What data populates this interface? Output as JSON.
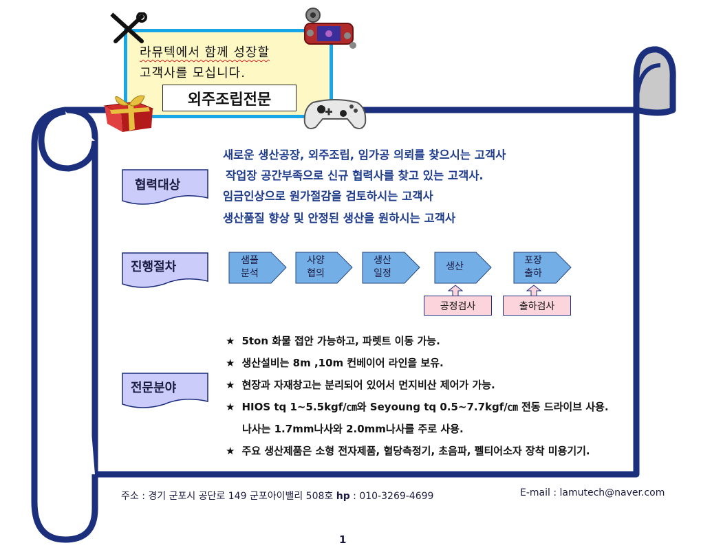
{
  "header": {
    "line1": "라뮤텍에서 함께 성장할",
    "line2": "고객사를 모십니다.",
    "title": "외주조립전문"
  },
  "sections": {
    "targets": {
      "label": "협력대상",
      "lines": [
        "새로운 생산공장, 외주조립, 임가공 의뢰를 찾으시는 고객사",
        "작업장 공간부족으로 신규 협력사를 찾고 있는 고객사.",
        "임금인상으로 원가절감을 검토하시는 고객사",
        "생산품질 향상 및 안정된 생산을 원하시는 고객사"
      ]
    },
    "process": {
      "label": "진행절차",
      "steps": [
        {
          "line1": "샘플",
          "line2": "분석"
        },
        {
          "line1": "사양",
          "line2": "협의"
        },
        {
          "line1": "생산",
          "line2": "일정"
        },
        {
          "line1": "생산",
          "line2": ""
        },
        {
          "line1": "포장",
          "line2": "출하"
        }
      ],
      "inspections": [
        "공정검사",
        "출하검사"
      ]
    },
    "specialty": {
      "label": "전문분야",
      "star": "★",
      "items": [
        "5ton 화물 접안 가능하고, 파렛트 이동 가능.",
        "생산설비는 8m ,10m 컨베이어 라인을 보유.",
        "현장과 자재창고는 분리되어 있어서 먼지비산 제어가 가능.",
        "HIOS tq 1~5.5kgf/㎝와 Seyoung tq 0.5~7.7kgf/㎝ 전동 드라이브 사용.",
        "나사는 1.7mm나사와 2.0mm나사를 주로 사용.",
        "주요 생산제품은 소형 전자제품, 혈당측정기, 초음파, 펠티어소자 장착 미용기기."
      ]
    }
  },
  "footer": {
    "address": "주소 : 경기 군포시 공단로 149 군포아이밸리 508호",
    "hp_label": "hp",
    "hp_value": " : 010-3269-4699",
    "email": "E-mail : lamutech@naver.com",
    "page_number": "1"
  },
  "colors": {
    "scroll_border": "#1b2f7c",
    "scroll_curl": "#c9c9c9",
    "header_fill": "#fdf8c4",
    "header_border": "#19a6e6",
    "tag_fill": "#ccccfb",
    "arrow_fill": "#74aee6",
    "arrow_stroke": "#23457a",
    "inspection_fill": "#fbd4dc",
    "target_text": "#1f3d8c"
  },
  "icons": [
    "tools-icon",
    "gift-box-icon",
    "game-console-icon",
    "game-controller-icon",
    "up-arrow-icon"
  ]
}
